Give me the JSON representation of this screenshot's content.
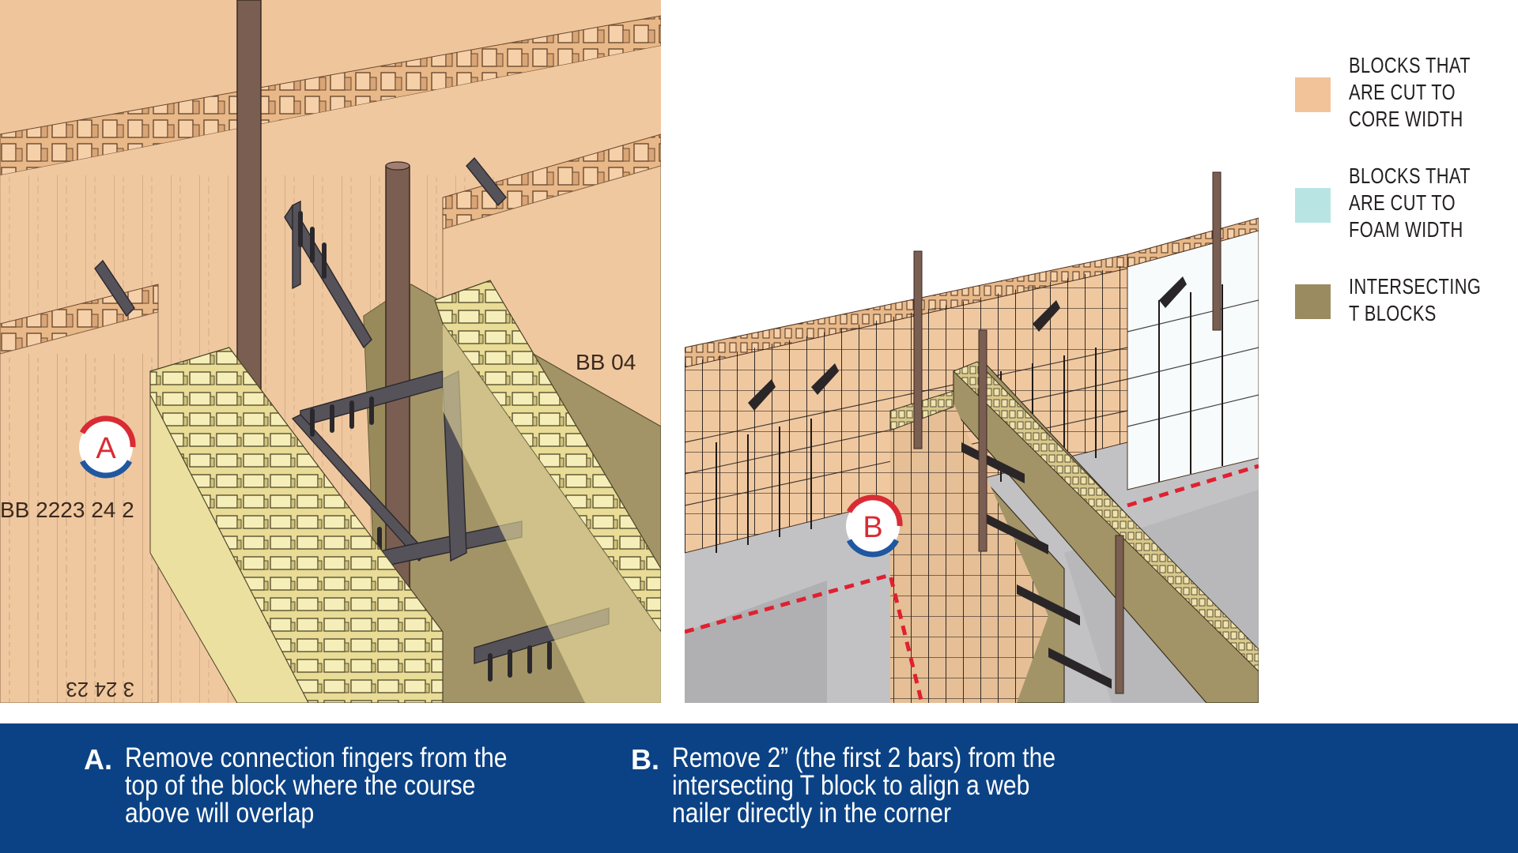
{
  "markers": {
    "a": "A",
    "b": "B"
  },
  "block_labels": {
    "a_wall_upper": "BB 04",
    "a_wall_lower": "BB 2223 24 2",
    "a_wall_bottom": "3 24 23"
  },
  "legend": [
    {
      "label": "BLOCKS THAT ARE CUT TO CORE WIDTH",
      "color": "#f2c399"
    },
    {
      "label": "BLOCKS THAT ARE CUT TO FOAM WIDTH",
      "color": "#b8e5e4"
    },
    {
      "label": "INTERSECTING T BLOCKS",
      "color": "#9b8b61"
    }
  ],
  "captions": [
    {
      "letter": "A.",
      "text": "Remove connection fingers from the top of the block where the course above will overlap"
    },
    {
      "letter": "B.",
      "text": "Remove 2” (the first 2 bars) from the intersecting T block to align a web nailer directly in the corner"
    }
  ],
  "colors": {
    "core_cut": "#f2c399",
    "foam_cut": "#b8e5e4",
    "t_block": "#9b8b61",
    "footer": "#0b4285",
    "marker_red": "#d92b34",
    "marker_blue": "#1f57a0",
    "cut_line_red": "#e02030"
  }
}
